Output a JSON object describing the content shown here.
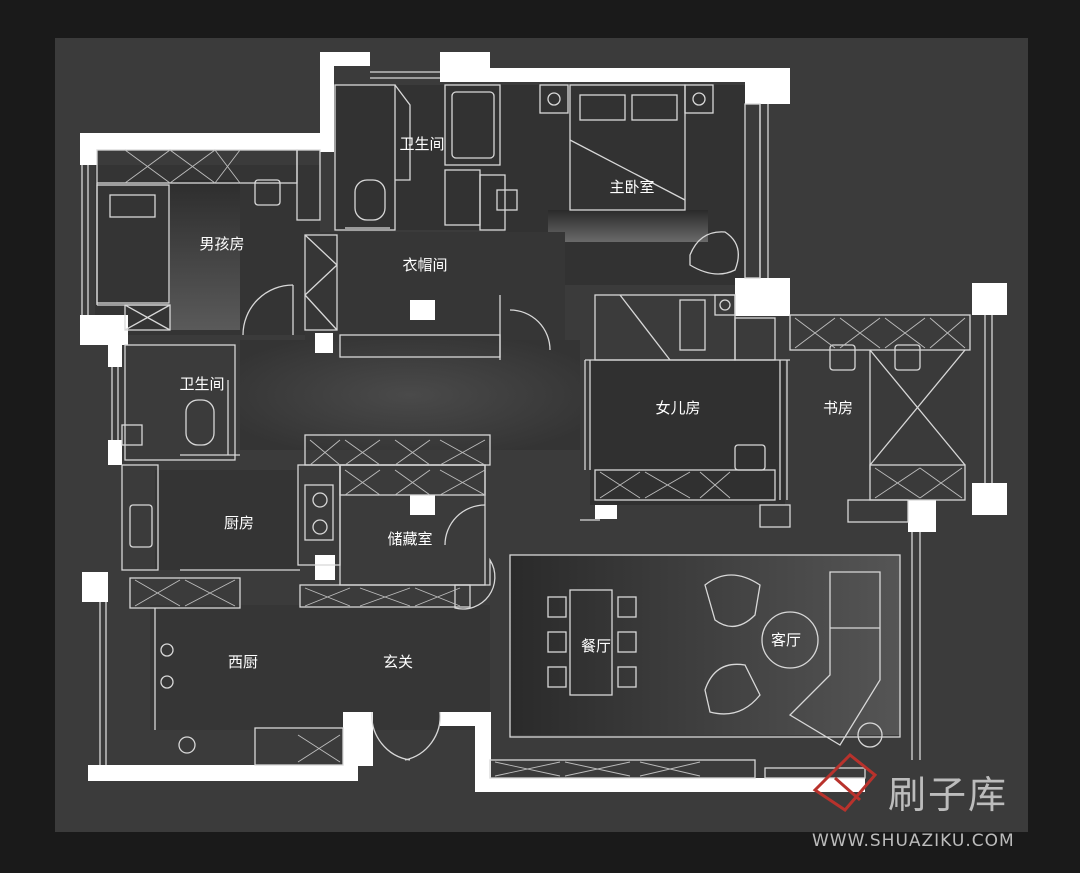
{
  "rooms": {
    "bathroom_top": "卫生间",
    "master_bedroom": "主卧室",
    "boys_room": "男孩房",
    "cloakroom": "衣帽间",
    "bathroom_left": "卫生间",
    "daughters_room": "女儿房",
    "study": "书房",
    "kitchen": "厨房",
    "storage": "储藏室",
    "dining": "餐厅",
    "living": "客厅",
    "western_kitchen": "西厨",
    "entrance": "玄关"
  },
  "watermark": {
    "brand": "刷子库",
    "url": "WWW.SHUAZIKU.COM",
    "logo_color": "#b8322c"
  },
  "colors": {
    "background": "#1a1a1a",
    "floor": "#3b3b3b",
    "wall": "#ffffff",
    "lines": "#d8d8d8"
  }
}
